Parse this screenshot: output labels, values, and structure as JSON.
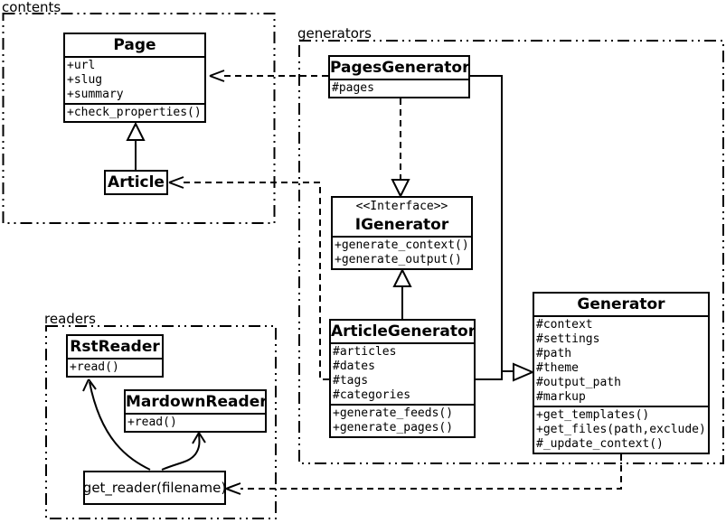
{
  "diagram": {
    "kind": "uml-class-diagram",
    "colors": {
      "line": "#000000",
      "background": "#ffffff",
      "box_fill": "#ffffff",
      "text": "#000000"
    }
  },
  "packages": {
    "contents": {
      "label": "contents"
    },
    "generators": {
      "label": "generators"
    },
    "readers": {
      "label": "readers"
    }
  },
  "classes": {
    "page": {
      "title": "Page",
      "attributes": [
        "+url",
        "+slug",
        "+summary"
      ],
      "methods": [
        "+check_properties()"
      ]
    },
    "article": {
      "title": "Article"
    },
    "pages_generator": {
      "title": "PagesGenerator",
      "attributes": [
        "#pages"
      ]
    },
    "igenerator": {
      "stereotype": "<<Interface>>",
      "title": "IGenerator",
      "methods": [
        "+generate_context()",
        "+generate_output()"
      ]
    },
    "article_generator": {
      "title": "ArticleGenerator",
      "attributes": [
        "#articles",
        "#dates",
        "#tags",
        "#categories"
      ],
      "methods": [
        "+generate_feeds()",
        "+generate_pages()"
      ]
    },
    "generator": {
      "title": "Generator",
      "attributes": [
        "#context",
        "#settings",
        "#path",
        "#theme",
        "#output_path",
        "#markup"
      ],
      "methods": [
        "+get_templates()",
        "+get_files(path,exclude)",
        "#_update_context()"
      ]
    },
    "rst_reader": {
      "title": "RstReader",
      "methods": [
        "+read()"
      ]
    },
    "mardown_reader": {
      "title": "MardownReader",
      "methods": [
        "+read()"
      ]
    },
    "get_reader": {
      "title": "get_reader(filename)"
    }
  },
  "relationships": [
    {
      "from": "Article",
      "to": "Page",
      "type": "inheritance",
      "line": "solid",
      "head": "hollow-triangle"
    },
    {
      "from": "PagesGenerator",
      "to": "Page",
      "type": "dependency",
      "line": "dashed",
      "head": "open-arrow"
    },
    {
      "from": "PagesGenerator",
      "to": "IGenerator",
      "type": "realization",
      "line": "dashed",
      "head": "hollow-triangle"
    },
    {
      "from": "PagesGenerator",
      "to": "Generator",
      "type": "inheritance",
      "line": "solid",
      "head": "hollow-triangle"
    },
    {
      "from": "ArticleGenerator",
      "to": "IGenerator",
      "type": "inheritance",
      "line": "solid",
      "head": "hollow-triangle"
    },
    {
      "from": "ArticleGenerator",
      "to": "Generator",
      "type": "inheritance",
      "line": "solid",
      "head": "hollow-triangle"
    },
    {
      "from": "ArticleGenerator",
      "to": "Article",
      "type": "dependency",
      "line": "dashed",
      "head": "open-arrow"
    },
    {
      "from": "Generator",
      "to": "get_reader(filename)",
      "type": "dependency",
      "line": "dashed",
      "head": "open-arrow"
    },
    {
      "from": "get_reader(filename)",
      "to": "RstReader",
      "type": "call",
      "line": "solid-curve",
      "head": "open-arrow"
    },
    {
      "from": "get_reader(filename)",
      "to": "MardownReader",
      "type": "call",
      "line": "solid-curve",
      "head": "open-arrow"
    }
  ]
}
